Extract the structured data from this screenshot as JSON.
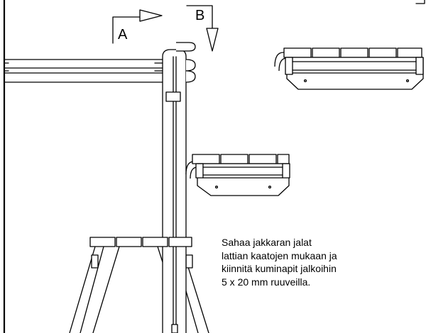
{
  "labels": {
    "view_a": "A",
    "view_b": "B"
  },
  "note": {
    "lines": [
      "Sahaa jakkaran jalat",
      "lattian kaatojen mukaan ja",
      "kiinnitä kuminapit jalkoihin",
      "5 x 20 mm ruuveilla."
    ]
  }
}
